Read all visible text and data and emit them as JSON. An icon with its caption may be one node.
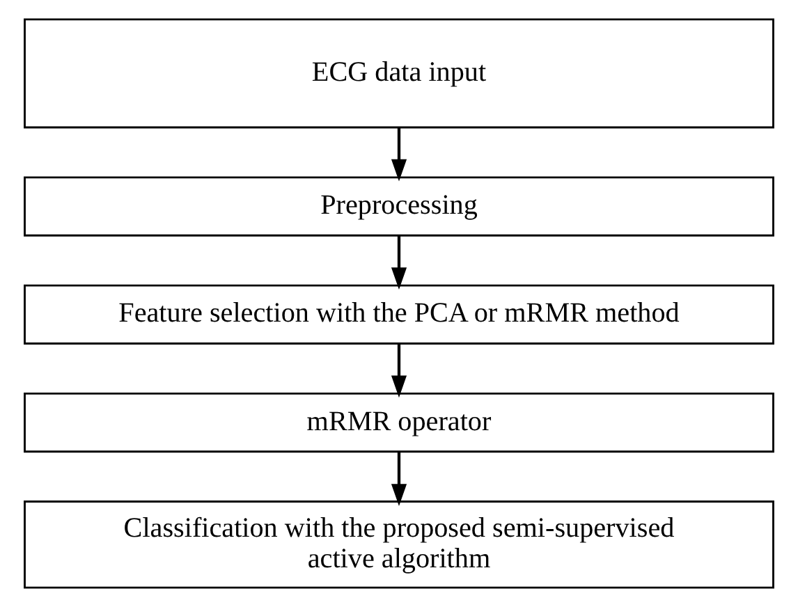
{
  "diagram": {
    "nodes": [
      {
        "text": [
          "ECG data input"
        ]
      },
      {
        "text": [
          "Preprocessing"
        ]
      },
      {
        "text": [
          "Feature selection with the PCA or mRMR method"
        ]
      },
      {
        "text": [
          "mRMR operator"
        ]
      },
      {
        "text": [
          "Classification with the proposed semi-supervised active algorithm"
        ]
      }
    ],
    "edges": [
      {
        "from": 0,
        "to": 1,
        "arrow": "to"
      },
      {
        "from": 1,
        "to": 2,
        "arrow": "to"
      },
      {
        "from": 2,
        "to": 3,
        "arrow": "to"
      },
      {
        "from": 3,
        "to": 4,
        "arrow": "to"
      }
    ]
  }
}
